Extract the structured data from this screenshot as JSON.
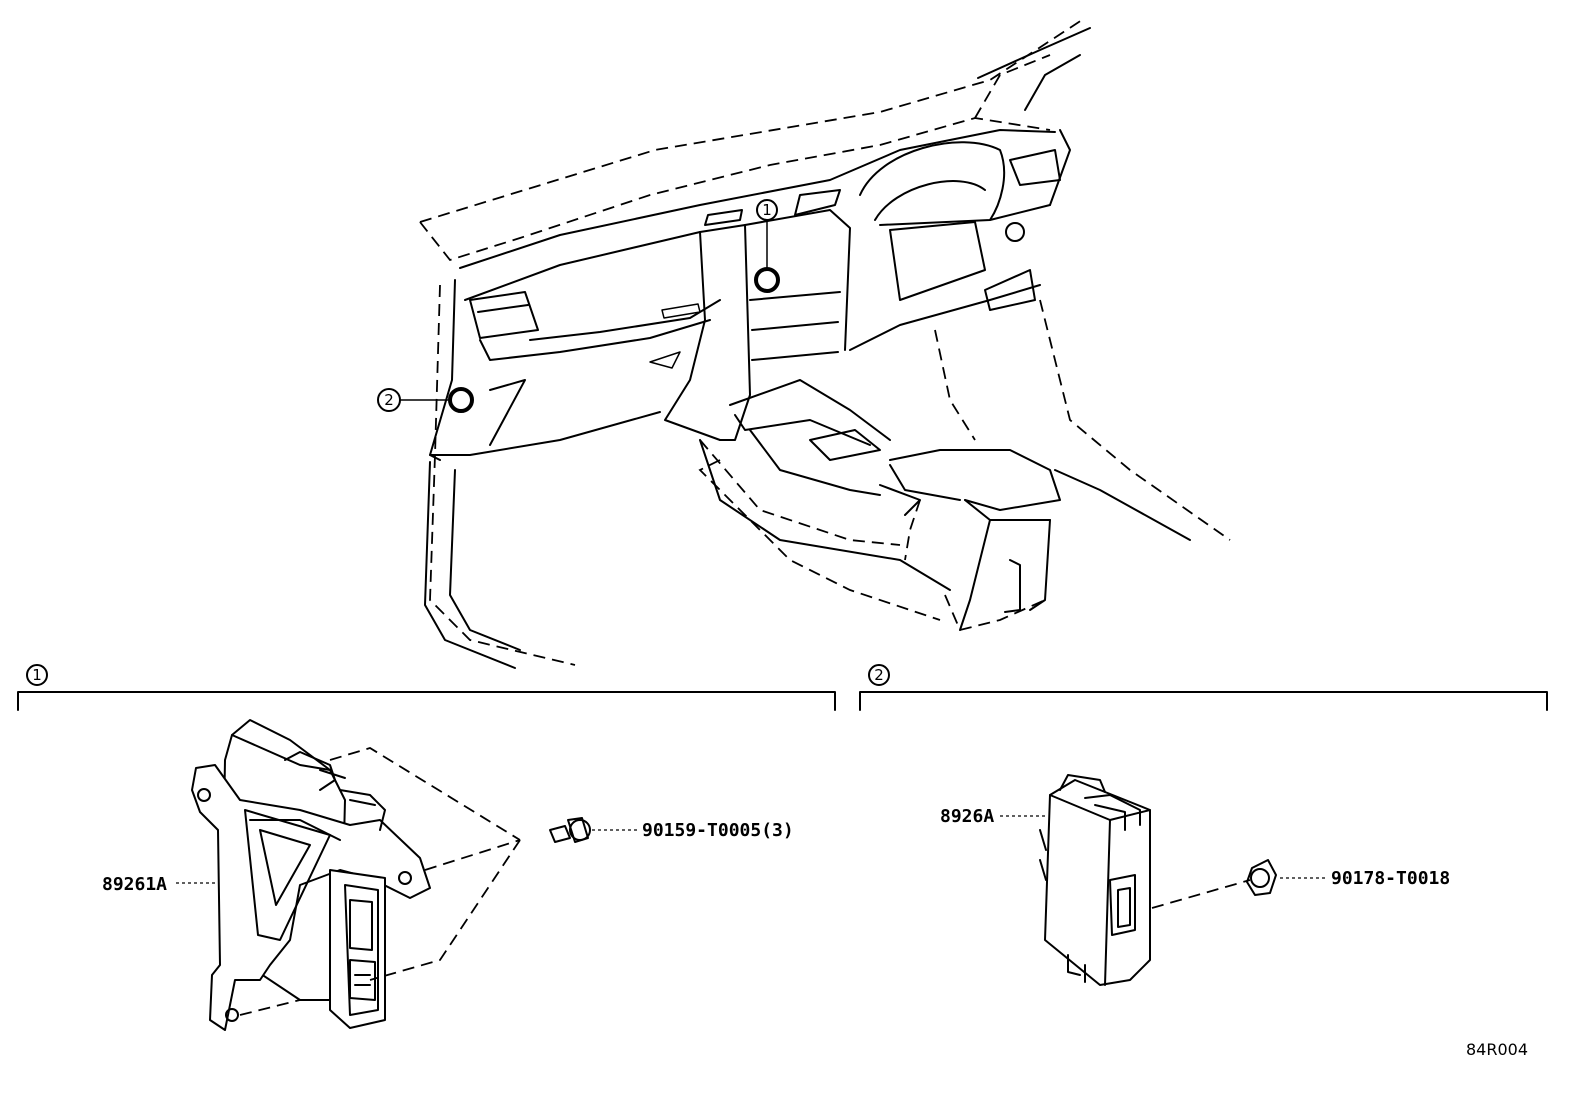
{
  "callouts": {
    "loc1": "1",
    "loc2": "2"
  },
  "sections": [
    {
      "marker": "1"
    },
    {
      "marker": "2"
    }
  ],
  "parts": {
    "ecu_label": "89261A",
    "bolt_label": "90159-T0005(3)",
    "module_label": "8926A",
    "nut_label": "90178-T0018"
  },
  "reference_code": "84R004"
}
